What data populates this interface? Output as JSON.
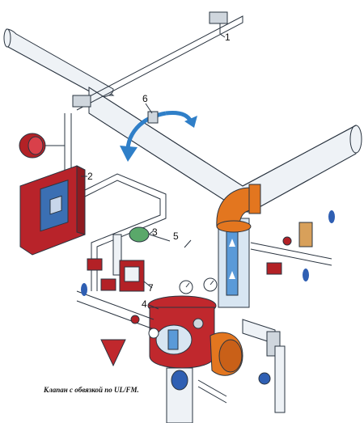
{
  "labels": {
    "l1": "1",
    "l2": "2",
    "l3": "3",
    "l4": "4",
    "l5": "5",
    "l6": "6",
    "l7": "7"
  },
  "caption": "Клапан с обвязкой по UL/FM.",
  "colors": {
    "pipe": "#eef2f6",
    "outline": "#2a3440",
    "valve_red": "#c0282d",
    "orange": "#e3761f",
    "blue": "#2f7fc8",
    "panel_blue": "#3b6fb3"
  }
}
